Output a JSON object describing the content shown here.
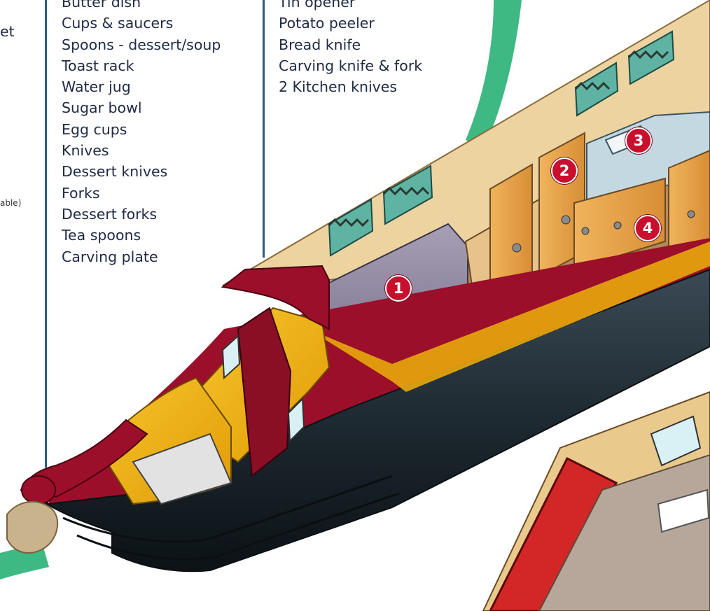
{
  "list_left": {
    "items": [
      "Butter dish",
      "Cups & saucers",
      "Spoons - dessert/soup",
      "Toast rack",
      "Water jug",
      "Sugar bowl",
      "Egg cups",
      "Knives",
      "Dessert knives",
      "Forks",
      "Dessert forks",
      "Tea spoons",
      "Carving plate"
    ]
  },
  "list_middle": {
    "items": [
      "Tin opener",
      "Potato peeler",
      "Bread knife",
      "Carving knife & fork",
      "2 Kitchen knives"
    ]
  },
  "fragments": {
    "top_left": "et",
    "left_note": "able)"
  },
  "markers": {
    "m1": "1",
    "m2": "2",
    "m3": "3",
    "m4": "4"
  },
  "colors": {
    "accent_green": "#3fb984",
    "divider_blue": "#2b5a7a",
    "hull_dark": "#1e2b33",
    "hull_red": "#9b0f2a",
    "cabin_yellow": "#f2b30f",
    "wood": "#e9c98c",
    "cupboard": "#e6a24a",
    "seat": "#9b93a8",
    "window_glass": "#5fb3a3",
    "marker_red": "#c8102e"
  }
}
